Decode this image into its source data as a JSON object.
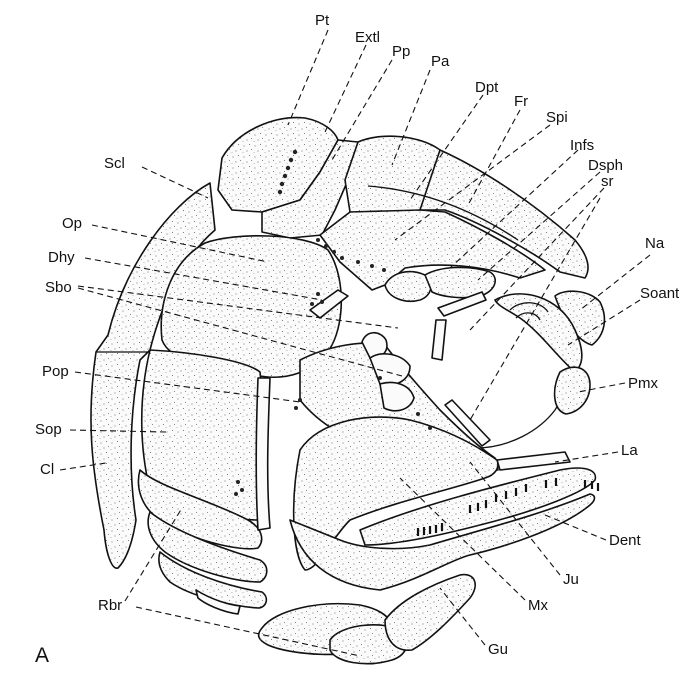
{
  "figure": {
    "panel_letter": "A",
    "labels": {
      "Pt": "Pt",
      "Extl": "Extl",
      "Pp": "Pp",
      "Pa": "Pa",
      "Dpt": "Dpt",
      "Fr": "Fr",
      "Spi": "Spi",
      "Infs": "Infs",
      "Dsph": "Dsph",
      "sr": "sr",
      "Na": "Na",
      "Soant": "Soant",
      "Pmx": "Pmx",
      "La": "La",
      "Dent": "Dent",
      "Ju": "Ju",
      "Mx": "Mx",
      "Gu": "Gu",
      "Rbr": "Rbr",
      "Cl": "Cl",
      "Sop": "Sop",
      "Pop": "Pop",
      "Sbo": "Sbo",
      "Dhy": "Dhy",
      "Op": "Op",
      "Scl": "Scl"
    },
    "colors": {
      "ink": "#111111",
      "bone_fill": "#fbfbfb",
      "background": "#ffffff"
    }
  }
}
